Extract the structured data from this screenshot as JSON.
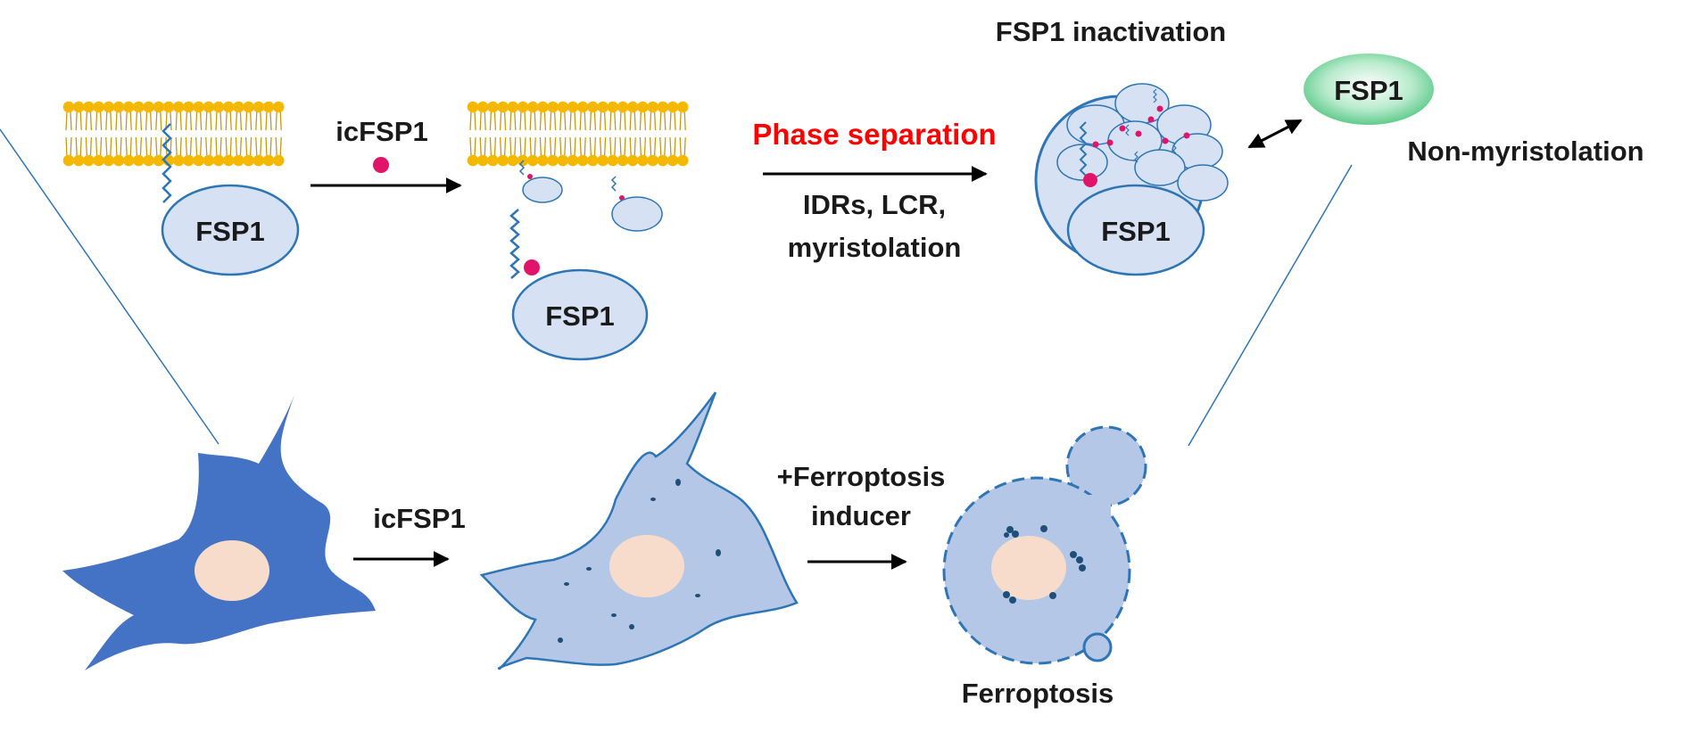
{
  "colors": {
    "membrane_head": "#F5B800",
    "membrane_tail": "#C89A10",
    "protein_fill": "#D6E2F3",
    "protein_stroke": "#2E75B6",
    "inhibitor": "#E0156A",
    "cell_dark": "#4472C4",
    "cell_light": "#B4C7E7",
    "nucleus": "#F8DCCB",
    "highlight_red": "#FF0000",
    "fsp1_free": "#6FD39A"
  },
  "labels": {
    "fsp1_membrane": "FSP1",
    "icfsp1_top": "icFSP1",
    "fsp1_bound": "FSP1",
    "phase_separation": "Phase separation",
    "mechanism_line1": "IDRs, LCR,",
    "mechanism_line2": "myristolation",
    "inactivation_title": "FSP1 inactivation",
    "fsp1_condensate": "FSP1",
    "fsp1_free": "FSP1",
    "non_myristolation": "Non-myristolation",
    "icfsp1_bottom": "icFSP1",
    "ferroptosis_inducer_line1": "+Ferroptosis",
    "ferroptosis_inducer_line2": "inducer",
    "ferroptosis": "Ferroptosis"
  }
}
